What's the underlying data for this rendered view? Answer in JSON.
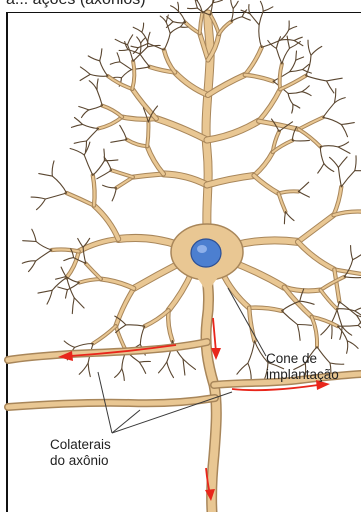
{
  "header": {
    "text": "a... ações (axônios)"
  },
  "labels": {
    "cone_line1": "Cone de",
    "cone_line2": "implantação",
    "collateral_line1": "Colaterais",
    "collateral_line2": "do axônio"
  },
  "colors": {
    "cell": "#e9c793",
    "cell_outline": "#a8865a",
    "nucleus": "#4c7fd0",
    "arrow": "#e8261b",
    "leader": "#3a3a3a",
    "background": "#ffffff"
  }
}
